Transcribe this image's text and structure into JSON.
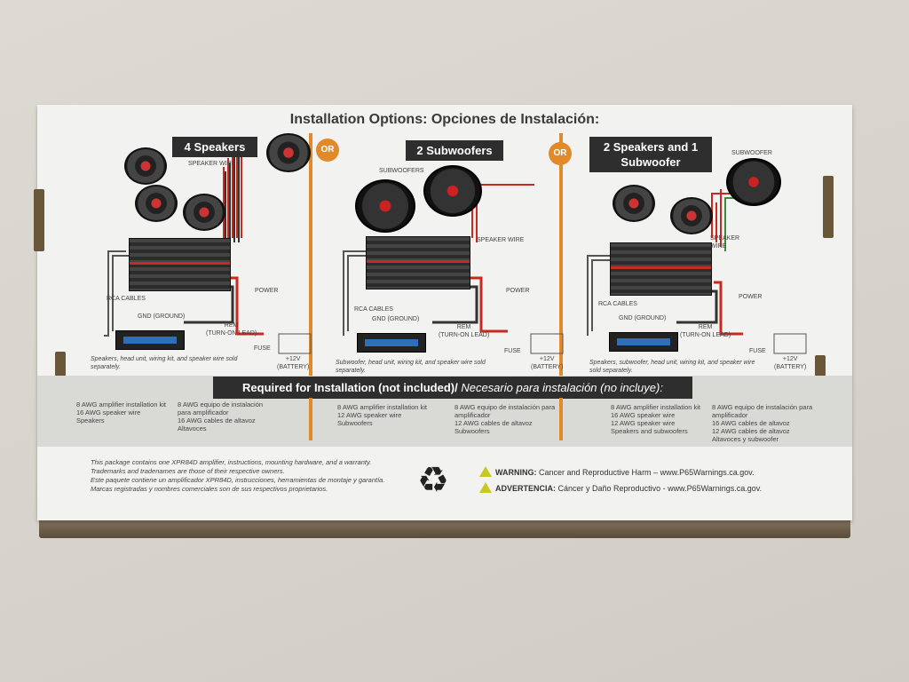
{
  "title": "Installation Options:  Opciones de Instalación:",
  "or_label": "OR",
  "panels": [
    {
      "heading": "4 Speakers",
      "labels": {
        "speaker_wire": "SPEAKER WIRE",
        "rca": "RCA CABLES",
        "gnd": "GND (GROUND)",
        "rem": "REM",
        "rem2": "(TURN-ON LEAD)",
        "power": "POWER",
        "fuse": "FUSE",
        "battery": "+12V",
        "battery2": "(BATTERY)"
      },
      "note": "Speakers, head unit, wiring kit, and speaker wire sold separately."
    },
    {
      "heading": "2 Subwoofers",
      "labels": {
        "subwoofers": "SUBWOOFERS",
        "speaker_wire": "SPEAKER WIRE",
        "rca": "RCA CABLES",
        "gnd": "GND (GROUND)",
        "rem": "REM",
        "rem2": "(TURN-ON LEAD)",
        "power": "POWER",
        "fuse": "FUSE",
        "battery": "+12V",
        "battery2": "(BATTERY)"
      },
      "note": "Subwoofer, head unit, wiring kit, and speaker wire sold separately."
    },
    {
      "heading": "2 Speakers and 1 Subwoofer",
      "labels": {
        "subwoofer": "SUBWOOFER",
        "speaker_wire": "SPEAKER WIRE",
        "rca": "RCA CABLES",
        "gnd": "GND (GROUND)",
        "rem": "REM",
        "rem2": "(TURN-ON LEAD)",
        "power": "POWER",
        "fuse": "FUSE",
        "battery": "+12V",
        "battery2": "(BATTERY)"
      },
      "note": "Speakers, subwoofer, head unit, wiring kit, and speaker wire sold separately."
    }
  ],
  "required": {
    "en": "Required for Installation (not included)/",
    "es": " Necesario para instalación (no incluye):",
    "cols": [
      "8 AWG amplifier installation kit\n16 AWG speaker wire\nSpeakers",
      "8 AWG equipo de instalación\n    para amplificador\n16 AWG cables de altavoz\nAltavoces",
      "8 AWG amplifier installation kit\n12 AWG speaker wire\nSubwoofers",
      "8 AWG equipo de instalación para\n    amplificador\n12 AWG cables de altavoz\nSubwoofers",
      "8 AWG amplifier installation kit\n16 AWG speaker wire\n12 AWG  speaker wire\nSpeakers and subwoofers",
      "8 AWG equipo de instalación para\n    amplificador\n16 AWG cables de altavoz\n12 AWG cables de altavoz\nAltavoces y subwoofer"
    ]
  },
  "footer": [
    "This package contains one XPR84D amplifier, instructions, mounting hardware, and a warranty.",
    "Trademarks and tradenames are those of their respective owners.",
    "Este paquete contiene un amplificador XPR84D, instrucciones, herramientas de montaje y garantía.",
    "Marcas registradas y nombres comerciales son de sus respectivos proprietarios."
  ],
  "warning": {
    "label": "WARNING:",
    "text": " Cancer and Reproductive Harm – www.P65Warnings.ca.gov."
  },
  "advertencia": {
    "label": "ADVERTENCIA:",
    "text": " Cáncer y Daño Reproductivo - www.P65Warnings.ca.gov."
  },
  "colors": {
    "orange": "#e08a2a",
    "dark": "#2e2e2e",
    "red": "#c62b22"
  }
}
